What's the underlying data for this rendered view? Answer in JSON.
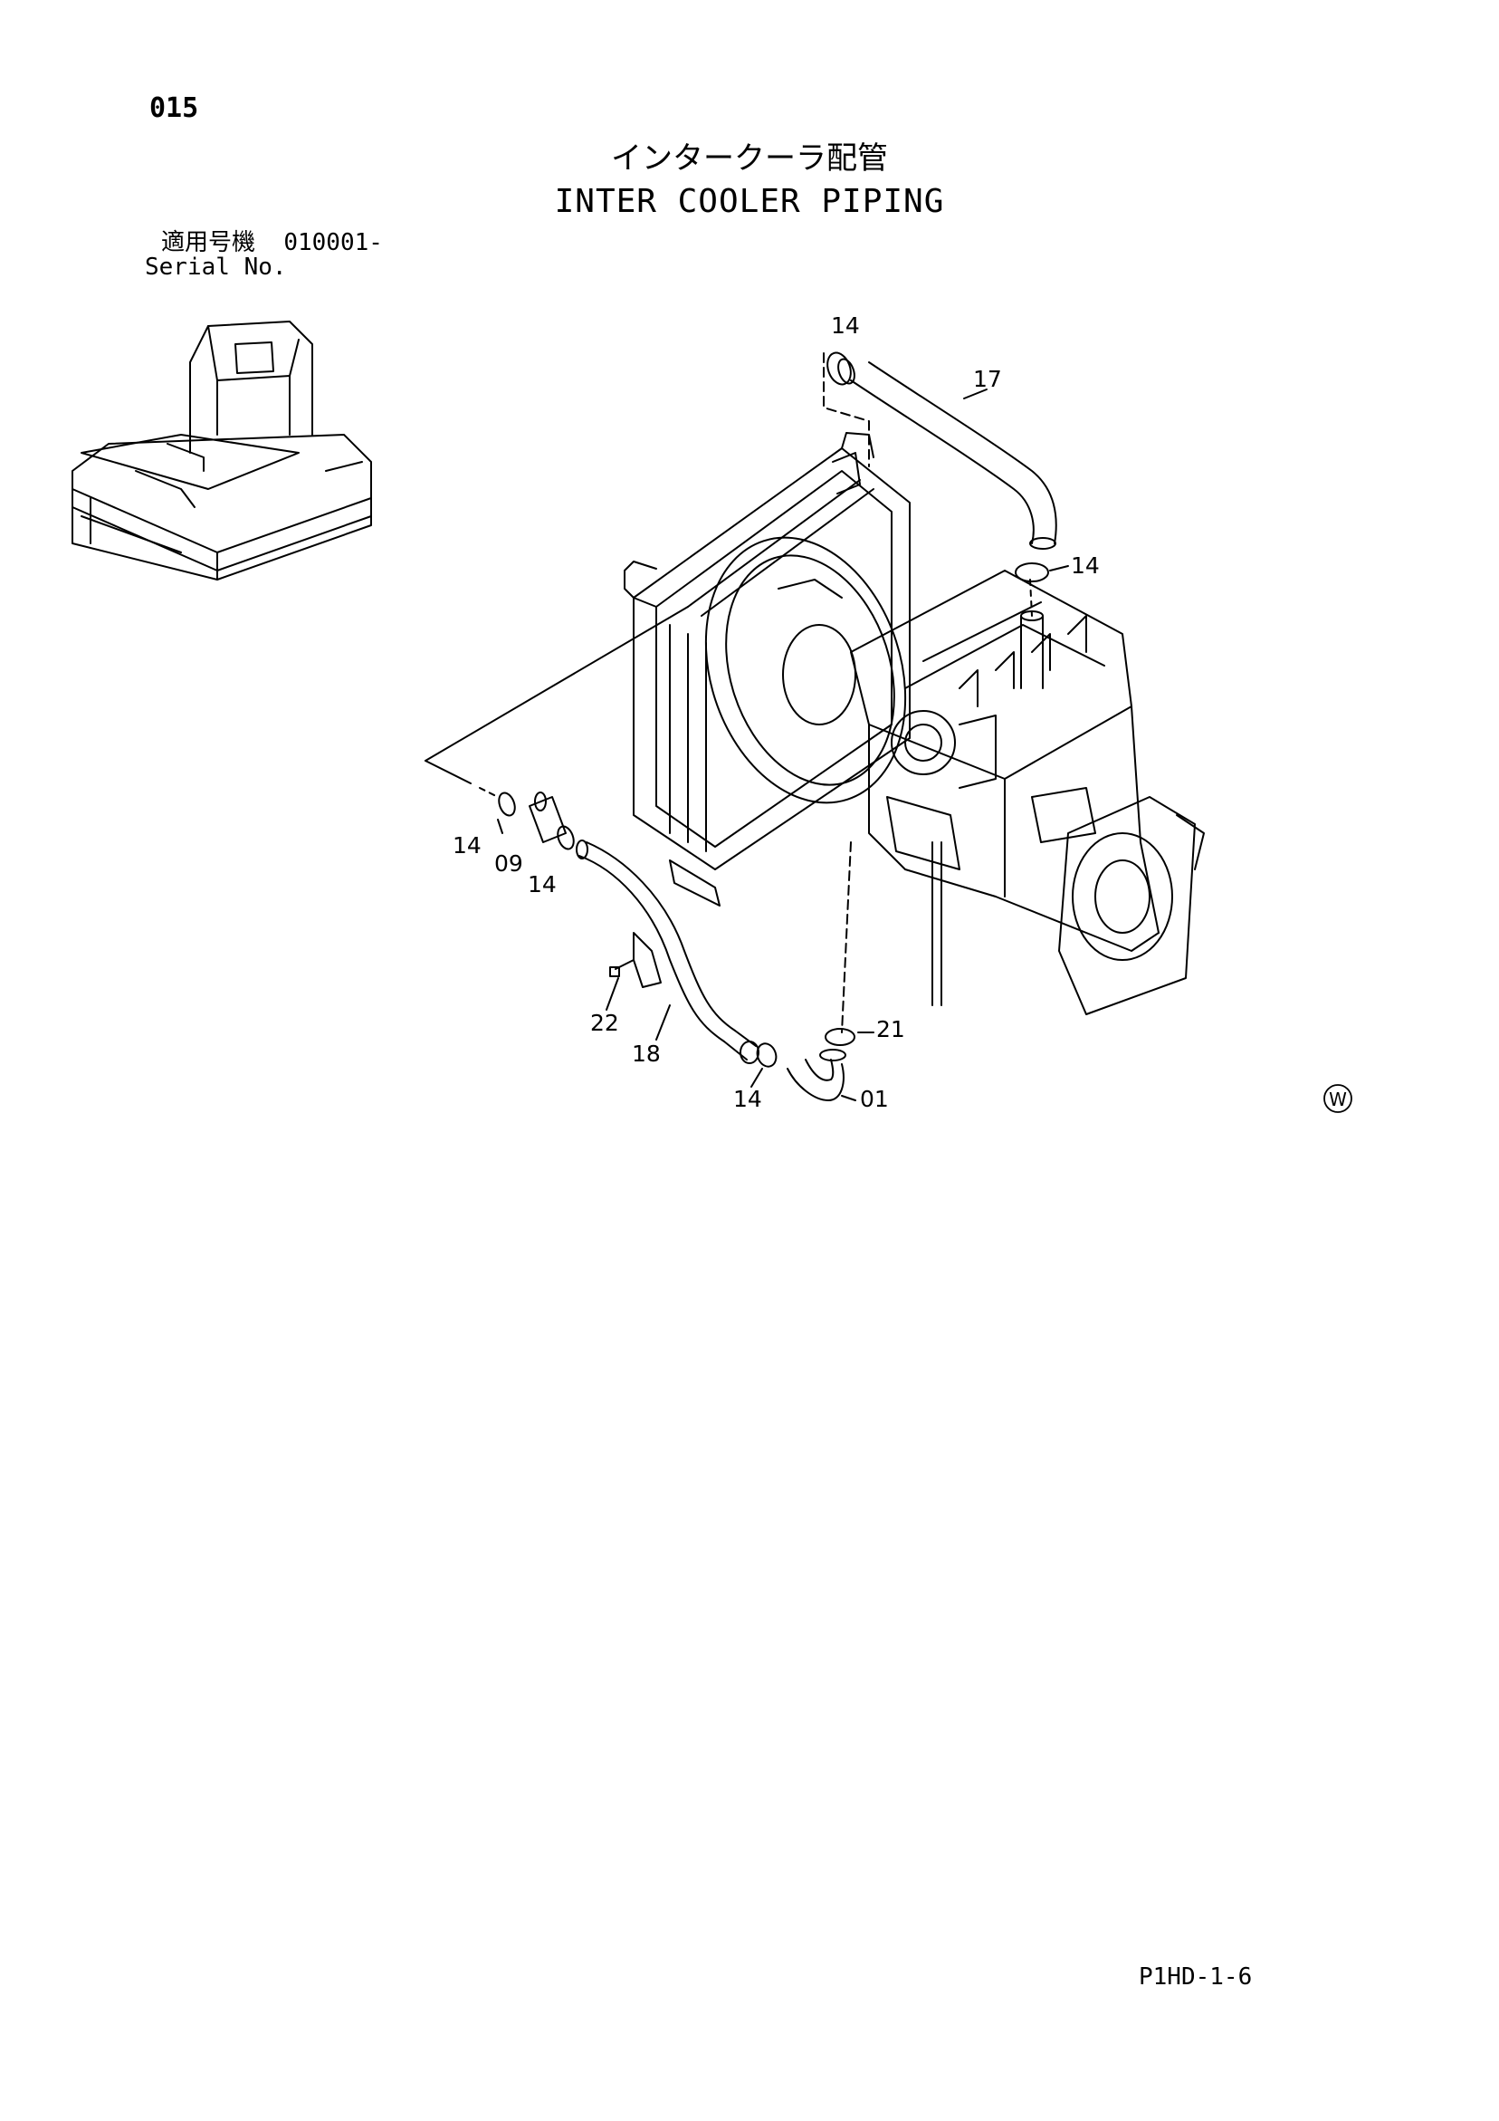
{
  "page": {
    "number": "015",
    "title_jp": "インタークーラ配管",
    "title_en": "INTER COOLER PIPING",
    "serial_label_jp": "適用号機",
    "serial_value": "010001-",
    "serial_label_en": "Serial No.",
    "doc_code": "P1HD-1-6",
    "mark": "W"
  },
  "callouts": [
    "14",
    "17",
    "14",
    "14",
    "09",
    "14",
    "22",
    "18",
    "14",
    "21",
    "01"
  ]
}
